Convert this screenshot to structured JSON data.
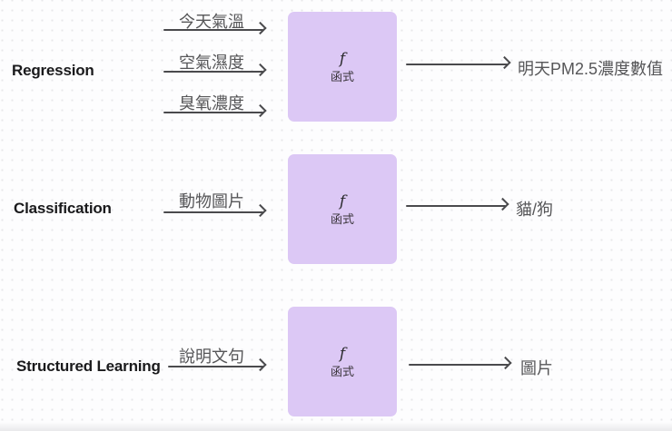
{
  "diagram": {
    "function_box": {
      "fill": "#dcc8f5",
      "symbol": "f",
      "label": "函式"
    },
    "rows": [
      {
        "name": "Regression",
        "inputs": [
          "今天氣溫",
          "空氣濕度",
          "臭氧濃度"
        ],
        "output": "明天PM2.5濃度數值"
      },
      {
        "name": "Classification",
        "inputs": [
          "動物圖片"
        ],
        "output": "貓/狗"
      },
      {
        "name": "Structured Learning",
        "inputs": [
          "說明文句"
        ],
        "output": "圖片"
      }
    ],
    "colors": {
      "background": "#fdfdfe",
      "dot_grid": "#e7e7ea",
      "box_fill": "#dcc8f5",
      "arrow": "#4a4a4d",
      "io_text": "#565658",
      "row_label_text": "#1a1a1c",
      "box_text": "#3a353b"
    }
  }
}
